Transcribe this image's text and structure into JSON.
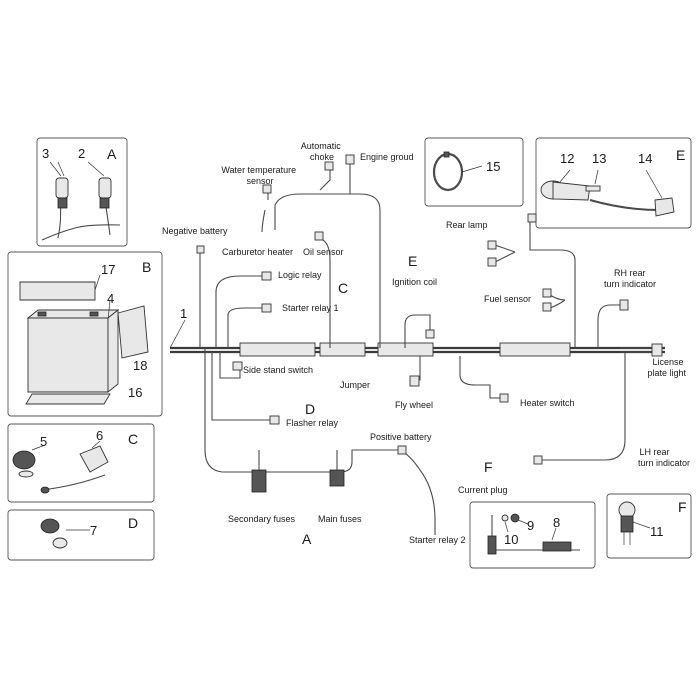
{
  "labels": {
    "automatic_choke": [
      "Automatic",
      "choke"
    ],
    "engine_ground": "Engine groud",
    "water_temp_sensor": [
      "Water temperature",
      "sensor"
    ],
    "negative_battery": "Negative battery",
    "carburetor_heater": "Carburetor heater",
    "oil_sensor": "Oil sensor",
    "logic_relay": "Logic relay",
    "starter_relay_1": "Starter relay 1",
    "side_stand_switch": "Side stand switch",
    "jumper": "Jumper",
    "flasher_relay": "Flasher relay",
    "positive_battery": "Positive battery",
    "secondary_fuses": "Secondary fuses",
    "main_fuses": "Main fuses",
    "starter_relay_2": "Starter relay 2",
    "rear_lamp": "Rear lamp",
    "ignition_coil": "Ignition coil",
    "fuel_sensor": "Fuel sensor",
    "rh_rear_turn": [
      "RH rear",
      "turn indicator"
    ],
    "license_plate_light": [
      "License",
      "plate light"
    ],
    "fly_wheel": "Fly wheel",
    "heater_switch": "Heater switch",
    "lh_rear_turn": [
      "LH rear",
      "turn indicator"
    ],
    "current_plug": "Current plug"
  },
  "section_letters": {
    "box_A": "A",
    "box_B": "B",
    "box_C": "C",
    "box_D": "D",
    "box_E": "E",
    "box_F": "F",
    "main_C": "C",
    "main_D": "D",
    "main_E": "E",
    "main_F": "F",
    "main_A": "A"
  },
  "part_numbers": {
    "p1": "1",
    "p2": "2",
    "p3": "3",
    "p4": "4",
    "p5": "5",
    "p6": "6",
    "p7": "7",
    "p8": "8",
    "p9": "9",
    "p10": "10",
    "p11": "11",
    "p12": "12",
    "p13": "13",
    "p14": "14",
    "p15": "15",
    "p16": "16",
    "p17": "17",
    "p18": "18"
  }
}
